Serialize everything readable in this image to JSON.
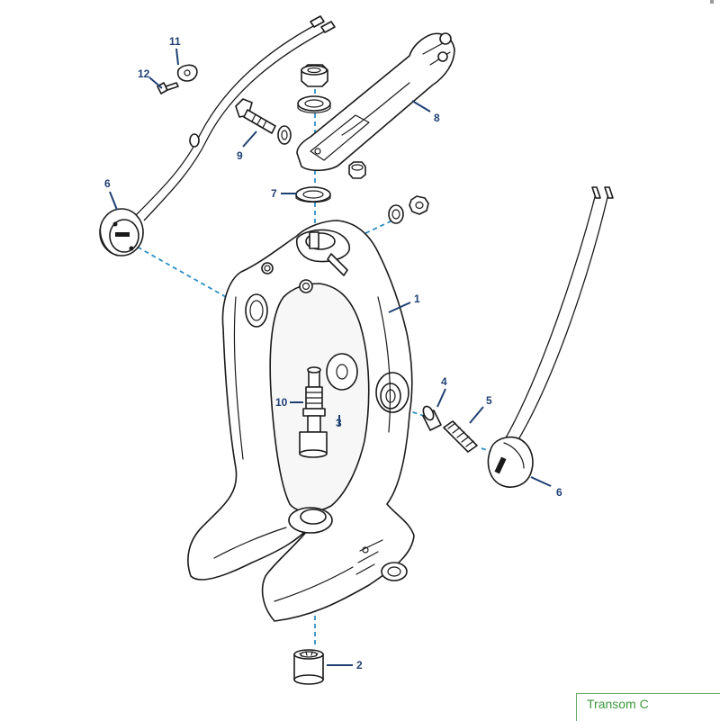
{
  "diagram": {
    "callouts": {
      "c1": "1",
      "c2": "2",
      "c3": "3",
      "c4": "4",
      "c5": "5",
      "c6a": "6",
      "c6b": "6",
      "c7": "7",
      "c8": "8",
      "c9": "9",
      "c10": "10",
      "c11": "11",
      "c12": "12"
    },
    "caption": "Transom C"
  },
  "colors": {
    "axis": "#2b8fc4",
    "callout": "#1f3f73",
    "caption": "#3c9a3c",
    "line": "#1a1a1a"
  }
}
